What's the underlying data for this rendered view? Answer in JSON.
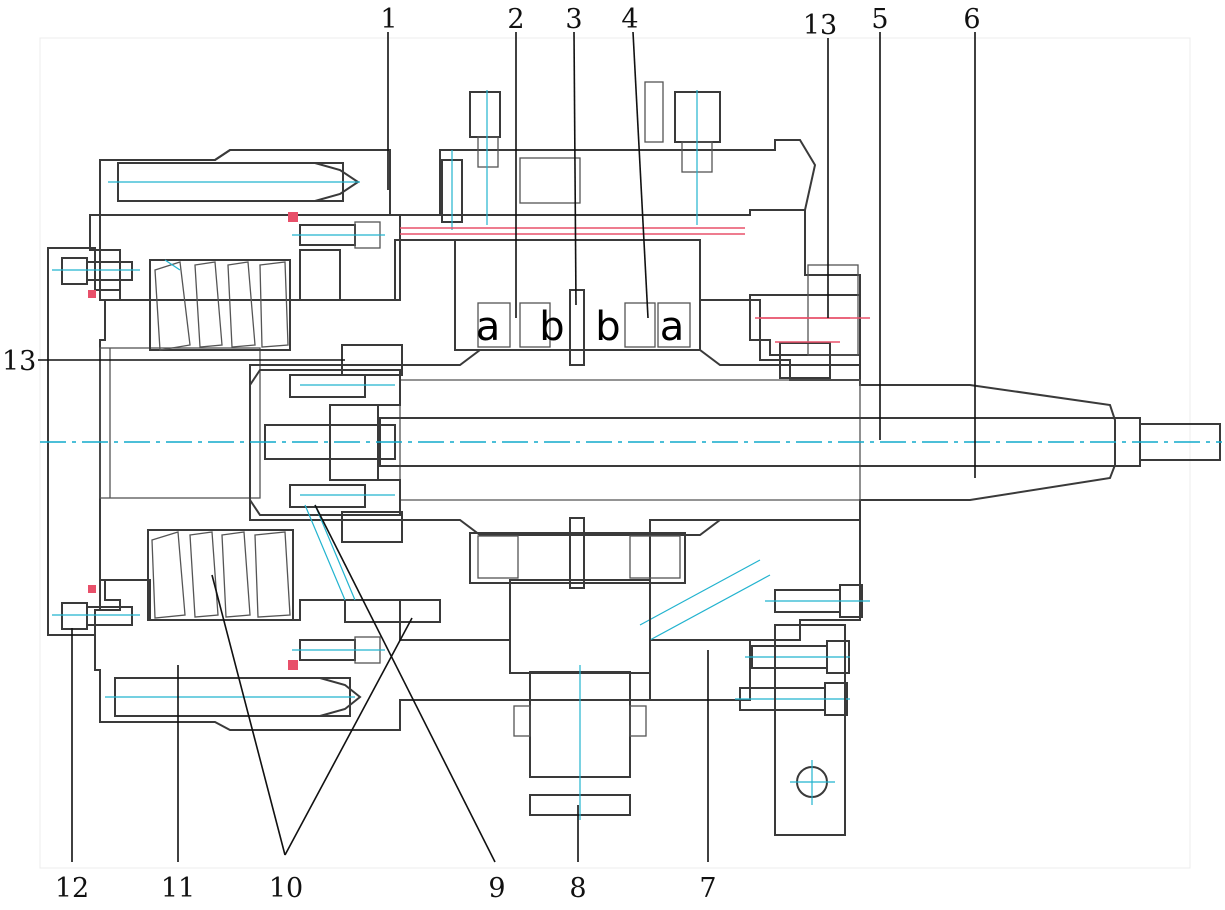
{
  "colors": {
    "outline": "#3a3a3a",
    "hatch": "#f2a0a8",
    "centerline": "#11aacc",
    "seal_pink": "#e8506a",
    "label": "#111111"
  },
  "callouts": {
    "n1": "1",
    "n2": "2",
    "n3": "3",
    "n4": "4",
    "n13_top": "13",
    "n5": "5",
    "n6": "6",
    "n13_left": "13",
    "n12": "12",
    "n11": "11",
    "n10": "10",
    "n9": "9",
    "n8": "8",
    "n7": "7"
  },
  "zones": {
    "a_left": "a",
    "b_left": "b",
    "b_right": "b",
    "a_right": "a"
  }
}
